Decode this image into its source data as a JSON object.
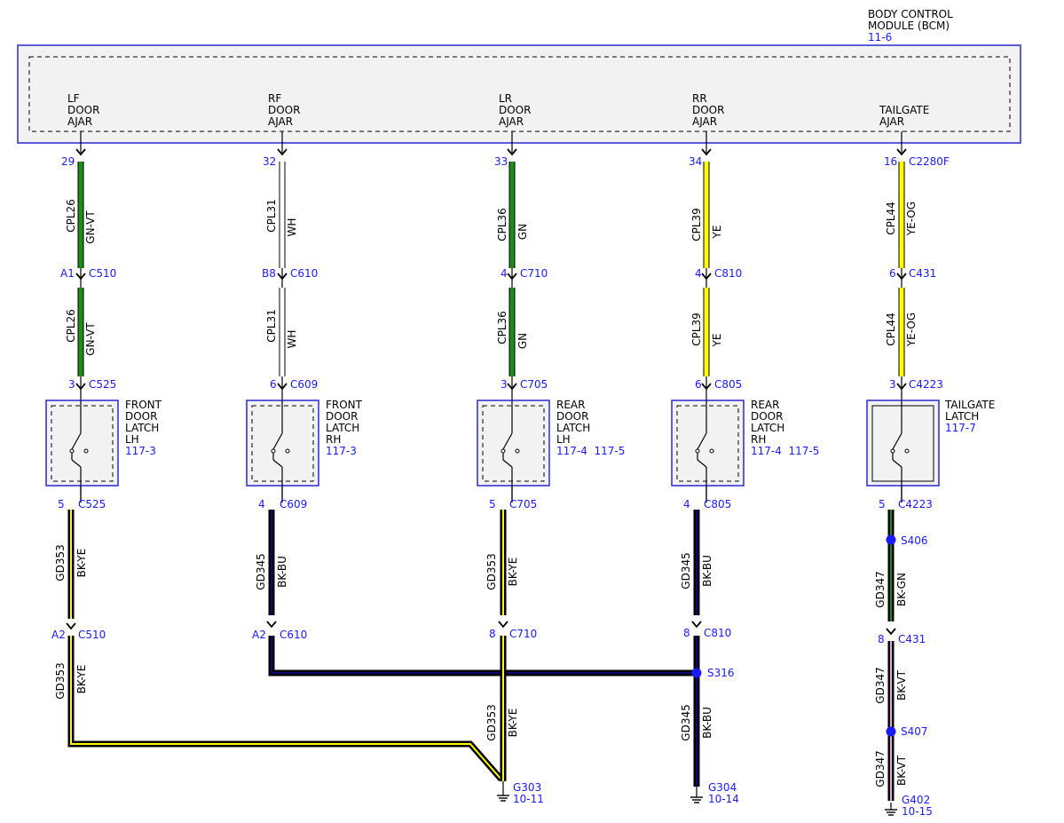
{
  "bcm": {
    "line1": "BODY CONTROL",
    "line2": "MODULE (BCM)",
    "ref": "11-6",
    "pins": [
      {
        "l1": "LF",
        "l2": "DOOR",
        "l3": "AJAR"
      },
      {
        "l1": "RF",
        "l2": "DOOR",
        "l3": "AJAR"
      },
      {
        "l1": "LR",
        "l2": "DOOR",
        "l3": "AJAR"
      },
      {
        "l1": "RR",
        "l2": "DOOR",
        "l3": "AJAR"
      },
      {
        "l1": "",
        "l2": "TAILGATE",
        "l3": "AJAR"
      }
    ]
  },
  "circuits": [
    {
      "top_pin": "29",
      "top_conn": "",
      "w1_circuit": "CPL26",
      "w1_color": "GN-VT",
      "mid_pin": "A1",
      "mid_conn": "C510",
      "w2_circuit": "CPL26",
      "w2_color": "GN-VT",
      "comp_pin": "3",
      "comp_conn": "C525",
      "comp_l1": "FRONT",
      "comp_l2": "DOOR",
      "comp_l3": "LATCH",
      "comp_l4": "LH",
      "comp_ref": "117-3",
      "bot_pin": "5",
      "bot_conn": "C525",
      "g1_circuit": "GD353",
      "g1_color": "BK-YE",
      "g_pin": "A2",
      "g_conn": "C510",
      "g2_circuit": "GD353",
      "g2_color": "BK-YE"
    },
    {
      "top_pin": "32",
      "top_conn": "",
      "w1_circuit": "CPL31",
      "w1_color": "WH",
      "mid_pin": "B8",
      "mid_conn": "C610",
      "w2_circuit": "CPL31",
      "w2_color": "WH",
      "comp_pin": "6",
      "comp_conn": "C609",
      "comp_l1": "FRONT",
      "comp_l2": "DOOR",
      "comp_l3": "LATCH",
      "comp_l4": "RH",
      "comp_ref": "117-3",
      "bot_pin": "4",
      "bot_conn": "C609",
      "g1_circuit": "GD345",
      "g1_color": "BK-BU",
      "g_pin": "A2",
      "g_conn": "C610"
    },
    {
      "top_pin": "33",
      "top_conn": "",
      "w1_circuit": "CPL36",
      "w1_color": "GN",
      "mid_pin": "4",
      "mid_conn": "C710",
      "w2_circuit": "CPL36",
      "w2_color": "GN",
      "comp_pin": "3",
      "comp_conn": "C705",
      "comp_l1": "REAR",
      "comp_l2": "DOOR",
      "comp_l3": "LATCH",
      "comp_l4": "LH",
      "comp_ref": "117-4  117-5",
      "bot_pin": "5",
      "bot_conn": "C705",
      "g1_circuit": "GD353",
      "g1_color": "BK-YE",
      "g_pin": "8",
      "g_conn": "C710",
      "g2_circuit": "GD353",
      "g2_color": "BK-YE",
      "ground": "G303",
      "ground_ref": "10-11"
    },
    {
      "top_pin": "34",
      "top_conn": "",
      "w1_circuit": "CPL39",
      "w1_color": "YE",
      "mid_pin": "4",
      "mid_conn": "C810",
      "w2_circuit": "CPL39",
      "w2_color": "YE",
      "comp_pin": "6",
      "comp_conn": "C805",
      "comp_l1": "REAR",
      "comp_l2": "DOOR",
      "comp_l3": "LATCH",
      "comp_l4": "RH",
      "comp_ref": "117-4  117-5",
      "bot_pin": "4",
      "bot_conn": "C805",
      "g1_circuit": "GD345",
      "g1_color": "BK-BU",
      "g_pin": "8",
      "g_conn": "C810",
      "splice": "S316",
      "g2_circuit": "GD345",
      "g2_color": "BK-BU",
      "ground": "G304",
      "ground_ref": "10-14"
    },
    {
      "top_pin": "16",
      "top_conn": "C2280F",
      "w1_circuit": "CPL44",
      "w1_color": "YE-OG",
      "mid_pin": "6",
      "mid_conn": "C431",
      "w2_circuit": "CPL44",
      "w2_color": "YE-OG",
      "comp_pin": "3",
      "comp_conn": "C4223",
      "comp_l1": "TAILGATE",
      "comp_l2": "LATCH",
      "comp_ref": "117-7",
      "bot_pin": "5",
      "bot_conn": "C4223",
      "splice_a": "S406",
      "g1_circuit": "GD347",
      "g1_color": "BK-GN",
      "g_pin": "8",
      "g_conn": "C431",
      "g2_circuit": "GD347",
      "g2_color": "BK-VT",
      "splice_b": "S407",
      "g3_circuit": "GD347",
      "g3_color": "BK-VT",
      "ground": "G402",
      "ground_ref": "10-15"
    }
  ],
  "colors": {
    "label_blue": "#1a1aff",
    "green": "#1e8c1e",
    "white_wire": "#ffffff",
    "yellow": "#ffff00",
    "navy": "#0a0a6e",
    "violet": "#e8a0e0",
    "black": "#000000"
  }
}
